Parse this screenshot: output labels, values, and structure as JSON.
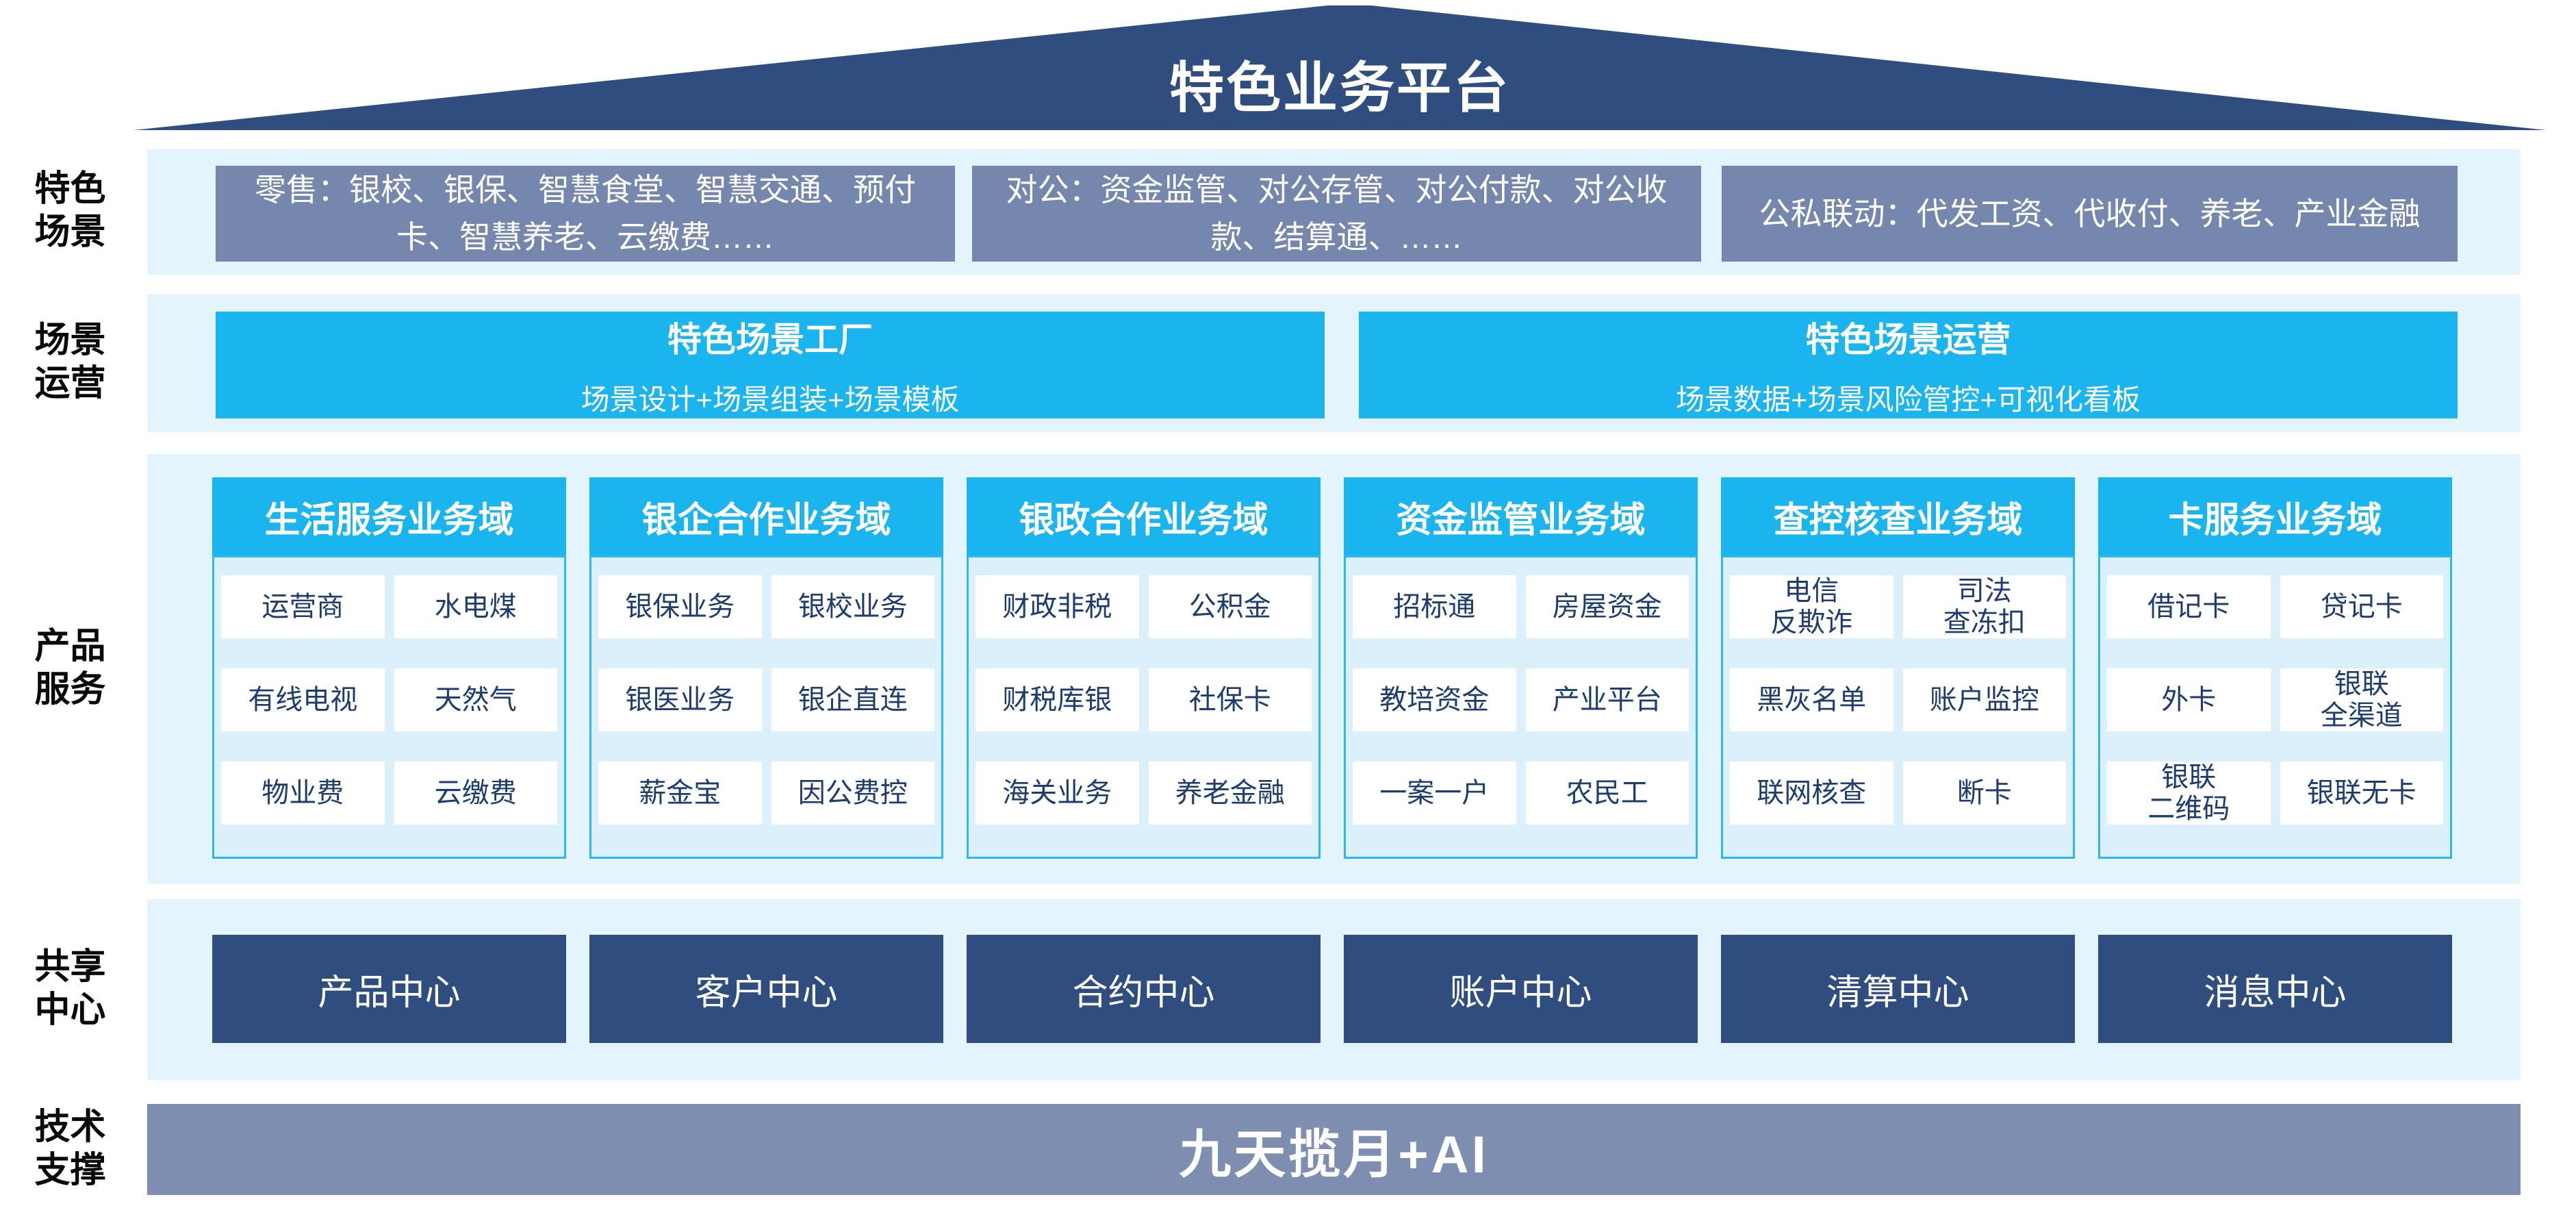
{
  "roof": {
    "title": "特色业务平台"
  },
  "rows": {
    "scenes": {
      "label": "特色\n场景",
      "boxes": [
        "零售：银校、银保、智慧食堂、智慧交通、预付卡、智慧养老、云缴费……",
        "对公：资金监管、对公存管、对公付款、对公收款、结算通、……",
        "公私联动：代发工资、代收付、养老、产业金融"
      ]
    },
    "operation": {
      "label": "场景\n运营",
      "boxes": [
        {
          "title": "特色场景工厂",
          "subtitle": "场景设计+场景组装+场景模板"
        },
        {
          "title": "特色场景运营",
          "subtitle": "场景数据+场景风险管控+可视化看板"
        }
      ]
    },
    "products": {
      "label": "产品\n服务",
      "columns": [
        {
          "header": "生活服务业务域",
          "cells": [
            "运营商",
            "水电煤",
            "有线电视",
            "天然气",
            "物业费",
            "云缴费"
          ]
        },
        {
          "header": "银企合作业务域",
          "cells": [
            "银保业务",
            "银校业务",
            "银医业务",
            "银企直连",
            "薪金宝",
            "因公费控"
          ]
        },
        {
          "header": "银政合作业务域",
          "cells": [
            "财政非税",
            "公积金",
            "财税库银",
            "社保卡",
            "海关业务",
            "养老金融"
          ]
        },
        {
          "header": "资金监管业务域",
          "cells": [
            "招标通",
            "房屋资金",
            "教培资金",
            "产业平台",
            "一案一户",
            "农民工"
          ]
        },
        {
          "header": "查控核查业务域",
          "cells": [
            "电信\n反欺诈",
            "司法\n查冻扣",
            "黑灰名单",
            "账户监控",
            "联网核查",
            "断卡"
          ]
        },
        {
          "header": "卡服务业务域",
          "cells": [
            "借记卡",
            "贷记卡",
            "外卡",
            "银联\n全渠道",
            "银联\n二维码",
            "银联无卡"
          ]
        }
      ]
    },
    "shared": {
      "label": "共享\n中心",
      "boxes": [
        "产品中心",
        "客户中心",
        "合约中心",
        "账户中心",
        "清算中心",
        "消息中心"
      ]
    },
    "tech": {
      "label": "技术\n支撑",
      "bar": "九天揽月+AI"
    }
  },
  "colors": {
    "roof_navy": "#2F4E7F",
    "band_light_blue": "#E4F4FD",
    "scene_gray_blue": "#7587AC",
    "cyan": "#1AB4EE",
    "column_body": "#DCF0FB",
    "column_border": "#2CB8EF",
    "cell_text_navy": "#1D3C70",
    "tech_bar_slate": "#7E8EB0"
  }
}
